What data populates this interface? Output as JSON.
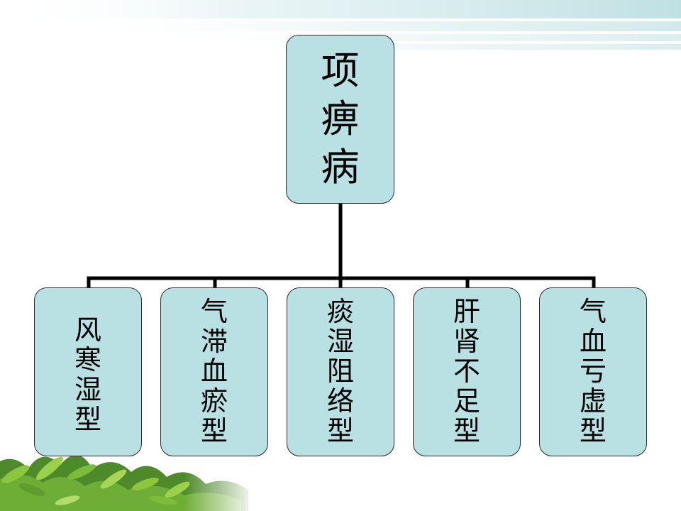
{
  "diagram": {
    "root": {
      "label": "项痹病"
    },
    "children": [
      {
        "label": "风寒湿型"
      },
      {
        "label": "气滞血瘀型"
      },
      {
        "label": "痰湿阻络型"
      },
      {
        "label": "肝肾不足型"
      },
      {
        "label": "气血亏虚型"
      }
    ]
  },
  "colors": {
    "node_fill": "#b9e0e2",
    "node_border": "#2b2b2b",
    "connector": "#000000"
  }
}
